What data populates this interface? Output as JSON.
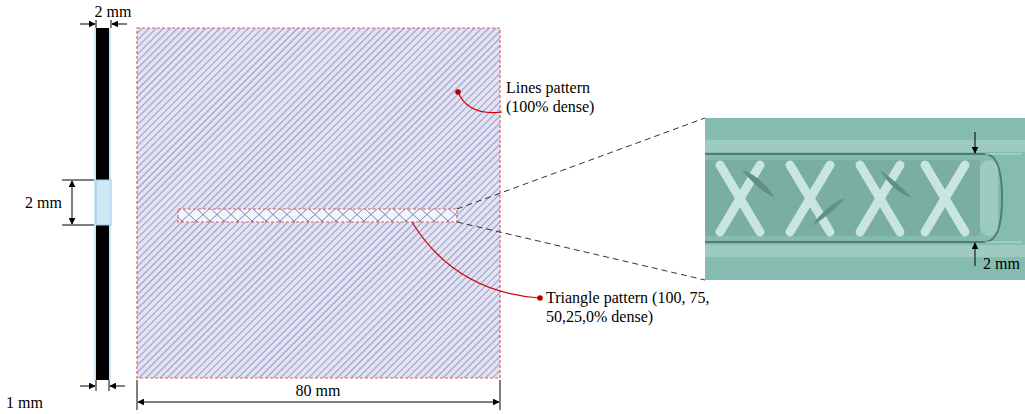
{
  "diagram": {
    "labels": [
      "2 mm",
      "2 mm",
      "1 mm",
      "80 mm",
      "Lines pattern (100% dense)",
      "Triangle pattern (100, 75, 50,25,0% dense)",
      "2 mm"
    ]
  }
}
